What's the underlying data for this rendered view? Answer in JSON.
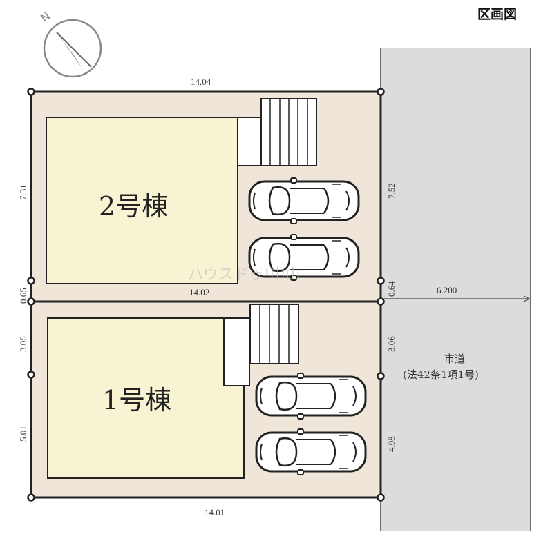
{
  "title": "区画図",
  "lots": {
    "lot2": {
      "label": "2号棟"
    },
    "lot1": {
      "label": "1号棟"
    }
  },
  "road": {
    "label": "市道",
    "sublabel": "(法42条1項1号)",
    "width": "6.200"
  },
  "dimensions": {
    "top": "14.04",
    "middle": "14.02",
    "bottom": "14.01",
    "left_upper": "7.31",
    "left_mid": "0.65",
    "left_lower_a": "3.05",
    "left_lower_b": "5.01",
    "right_upper": "7.52",
    "right_mid": "0.64",
    "right_lower_a": "3.06",
    "right_lower_b": "4.98"
  },
  "watermark": "ハウスドゥ!中山",
  "colors": {
    "lot_fill": "#efe5d9",
    "building_fill": "#f8f3d2",
    "road_fill": "#dcdcdc",
    "line": "#222222"
  }
}
